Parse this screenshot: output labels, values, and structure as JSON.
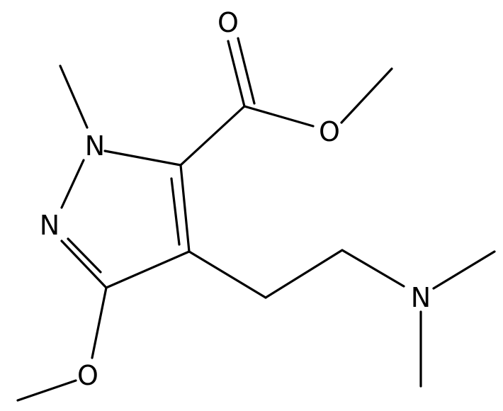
{
  "molecule": {
    "atoms": [
      {
        "id": "n1",
        "label": "N"
      },
      {
        "id": "n2",
        "label": "N"
      },
      {
        "id": "o_carbonyl",
        "label": "O"
      },
      {
        "id": "o_ester",
        "label": "O"
      },
      {
        "id": "o_methoxy",
        "label": "O"
      },
      {
        "id": "n_amine",
        "label": "N"
      }
    ]
  }
}
